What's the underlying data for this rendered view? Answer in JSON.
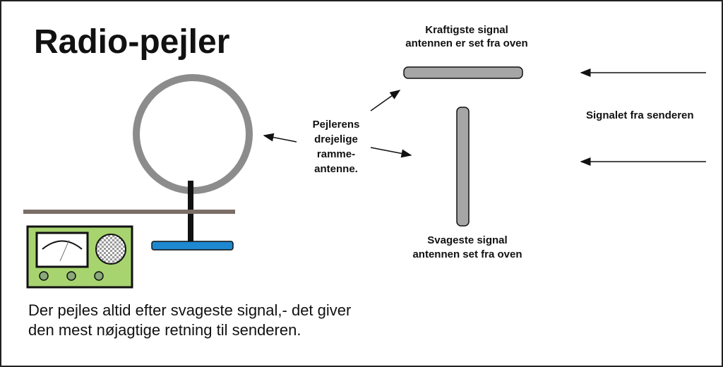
{
  "title": "Radio-pejler",
  "labels": {
    "strongest_line1": "Kraftigste signal",
    "strongest_line2": "antennen er set fra oven",
    "weakest_line1": "Svageste signal",
    "weakest_line2": "antennen set fra oven",
    "antenna_line1": "Pejlerens",
    "antenna_line2": "drejelige",
    "antenna_line3": "ramme-",
    "antenna_line4": "antenne.",
    "signal_source": "Signalet fra senderen"
  },
  "caption": {
    "line1": "Der pejles altid efter svageste signal,- det giver",
    "line2": "den mest nøjagtige retning til senderen."
  },
  "colors": {
    "loop": "#8c8c8c",
    "antenna_bar": "#a6a6a6",
    "receiver": "#a8d46f",
    "base": "#1e88d0",
    "table": "#7a6e66"
  }
}
